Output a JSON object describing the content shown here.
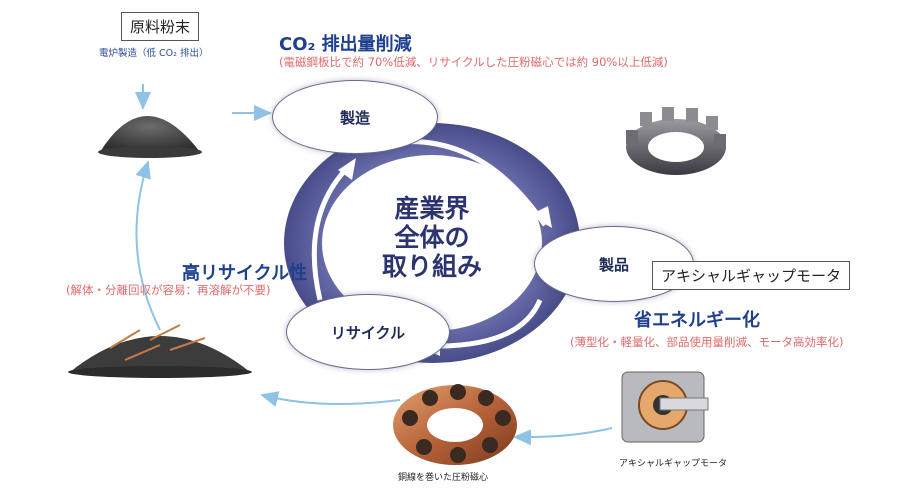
{
  "raw_material": {
    "label": "原料粉末",
    "note": "電炉製造（低 CO₂ 排出）"
  },
  "co2": {
    "title": "CO₂ 排出量削減",
    "detail": "(電磁鋼板比で約 70%低減、リサイクルした圧粉磁心では約 90%以上低減)"
  },
  "cycle": {
    "center_lines": [
      "産業界",
      "全体の",
      "取り組み"
    ],
    "manufacturing": "製造",
    "product": "製品",
    "recycle": "リサイクル"
  },
  "product_box": "アキシャルギャップモータ",
  "energy": {
    "title": "省エネルギー化",
    "detail": "(薄型化・軽量化、部品使用量削減、モータ高効率化)"
  },
  "recyclability": {
    "title": "高リサイクル性",
    "detail": "(解体・分離回収が容易：再溶解が不要)"
  },
  "captions": {
    "motor": "アキシャルギャップモータ",
    "core": "銅線を巻いた圧粉磁心"
  },
  "colors": {
    "ring": "#5a5e9c",
    "arrow_light": "#8ec3e6",
    "heading": "#1f3f8f",
    "red_note": "#e06a6a"
  }
}
